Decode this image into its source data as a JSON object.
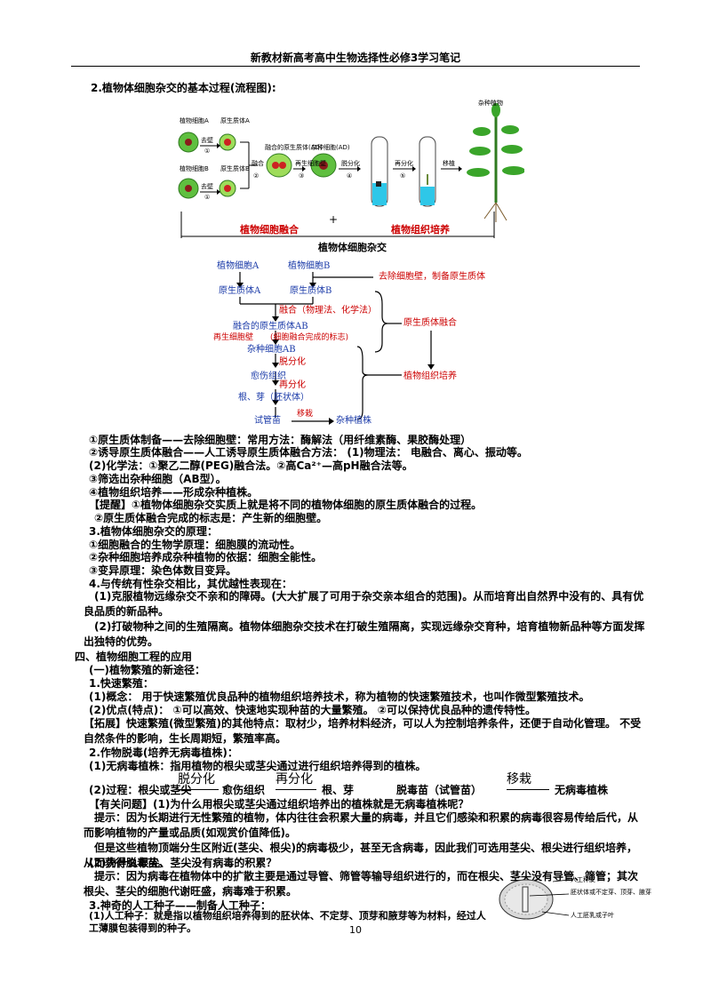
{
  "header": {
    "title": "新教材新高考高中生物选择性必修3学习笔记"
  },
  "section2_title": "2.植物体细胞杂交的基本过程(流程图):",
  "figure": {
    "labels": {
      "cell_a": "植物细胞A",
      "protoplast_a": "原生质体A",
      "cell_b": "植物细胞B",
      "protoplast_b": "原生质体B",
      "remove_wall_1": "去壁",
      "remove_wall_2": "去壁",
      "fused_protoplast": "融合的原生质体(AD)",
      "fuse": "融合",
      "regenerate_wall": "再生细胞壁",
      "hybrid_cell": "杂种细胞(AD)",
      "dediff": "脱分化",
      "rediff": "再分化",
      "transplant": "移植",
      "hybrid_plant": "杂种植物",
      "n1": "①",
      "n2": "②",
      "n3": "③",
      "n4": "④",
      "n5": "⑤",
      "n1b": "①"
    },
    "bottom_left": "植物细胞融合",
    "bottom_right": "植物组织培养",
    "caption": "植物体细胞杂交"
  },
  "flow": {
    "cell_a": "植物细胞A",
    "cell_b": "植物细胞B",
    "protoplast_a": "原生质体A",
    "protoplast_b": "原生质体B",
    "remove_wall": "去除细胞壁，制备原生质体",
    "fuse": "融合（物理法、化学法）",
    "fused_ab": "融合的原生质体AB",
    "regen": "再生细胞壁",
    "regen_note": "(细胞融合完成的标志)",
    "hybrid_ab": "杂种细胞AB",
    "dediff": "脱分化",
    "callus": "愈伤组织",
    "rediff": "再分化",
    "organs": "根、芽（胚状体）",
    "tube": "试管苗",
    "transplant": "移栽",
    "plant": "杂种植株",
    "proto_fusion": "原生质体融合",
    "tissue_culture": "植物组织培养"
  },
  "lines": [
    "①原生质体制备——去除细胞壁：常用方法：酶解法（用纤维素酶、果胶酶处理）",
    "②诱导原生质体融合——人工诱导原生质体融合方法： (1)物理法： 电融合、离心、振动等。",
    "(2)化学法：①聚乙二醇(PEG)融合法。②高Ca²⁺—高pH融合法等。",
    "③筛选出杂种细胞（AB型）。",
    "④植物组织培养——形成杂种植株。",
    "【提醒】①植物体细胞杂交实质上就是将不同的植物体细胞的原生质体融合的过程。",
    "②原生质体融合完成的标志是：产生新的细胞壁。",
    "3.植物体细胞杂交的原理：",
    "①细胞融合的生物学原理：细胞膜的流动性。",
    "②杂种细胞培养成杂种植物的依据：细胞全能性。",
    "③变异原理：染色体数目变异。",
    "4.与传统有性杂交相比，其优越性表现在：",
    "(1)克服植物远缘杂交不亲和的障碍。(大大扩展了可用于杂交亲本组合的范围)。从而培育出自然界中没有的、具有优良品质的新品种。",
    "(2)打破物种之间的生殖隔离。植物体细胞杂交技术在打破生殖隔离，实现远缘杂交育种，培育植物新品种等方面发挥出独特的优势。",
    "四、植物细胞工程的应用",
    "(一)植物繁殖的新途径：",
    "1.快速繁殖：",
    "(1)概念： 用于快速繁殖优良品种的植物组织培养技术，称为植物的快速繁殖技术，也叫作微型繁殖技术。",
    "(2)优点(特点)： ①可以高效、快速地实现种苗的大量繁殖。 ②可以保持优良品种的遗传特性。",
    "【拓展】快速繁殖(微型繁殖)的其他特点：取材少，培养材料经济，可以人为控制培养条件，还便于自动化管理。 不受自然条件的影响，生长周期短，繁殖率高。",
    "2.作物脱毒(培养无病毒植株)：",
    "(1)无病毒植株：指用植物的根尖或茎尖通过进行组织培养得到的植株。",
    "【有关问题】(1)为什么用根尖或茎尖通过组织培养出的植株就是无病毒植株呢？",
    "提示：因为长期进行无性繁殖的植物，体内往往会积累大量的病毒，并且它们感染和积累的病毒很容易传给后代，从而影响植物的产量或品质(如观赏价值降低)。",
    "但是这些植物顶端分生区附近(茎尖、根尖)的病毒极少，甚至无含病毒，因此我们可选用茎尖、根尖进行组织培养，从而获得脱毒苗。",
    "(2)为什么根尖、茎尖没有病毒的积累？",
    "提示：因为病毒在植物体中的扩散主要是通过导管、筛管等输导组织进行的，而在根尖、茎尖没有导管、筛管；其次根尖、茎尖的细胞代谢旺盛，病毒难于积累。",
    "3.神奇的人工种子——制备人工种子：",
    "(1)人工种子：就是指以植物组织培养得到的胚状体、不定芽、顶芽和腋芽等为材料，经过人工薄膜包装得到的种子。"
  ],
  "process": {
    "lead": "(2)过程：根尖或茎尖",
    "arrow1": "脱分化",
    "mid1": "愈伤组织",
    "arrow2": "再分化",
    "mid2": "根、芽",
    "mid3": "脱毒苗（试管苗）",
    "arrow3": "移栽",
    "end": "无病毒植株"
  },
  "seed_figure": {
    "label1": "人工种皮",
    "label2": "胚状体或不定芽、顶芽、腋芽",
    "label3": "人工胚乳或子叶"
  },
  "page_number": "10"
}
